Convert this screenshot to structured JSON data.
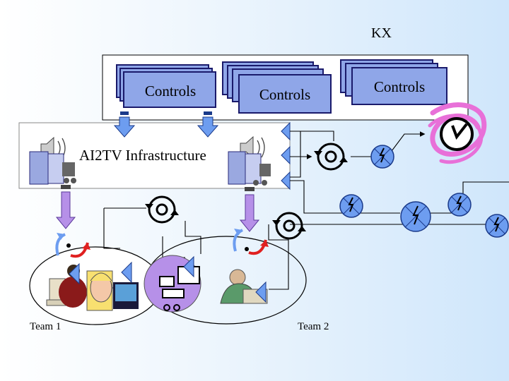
{
  "header": {
    "kx_label": "KX"
  },
  "controls": {
    "group1": "Controls",
    "group2": "Controls",
    "group3": "Controls"
  },
  "infrastructure": {
    "label": "AI2TV Infrastructure"
  },
  "teams": {
    "team1": "Team 1",
    "team2": "Team 2"
  },
  "colors": {
    "control_fill": "#8fa6e8",
    "control_border": "#1a1a6b",
    "arrow_blue": "#6d9df0",
    "arrow_purple": "#b690e8",
    "connection_line": "#000000",
    "kx_swirl": "#e870d8"
  }
}
